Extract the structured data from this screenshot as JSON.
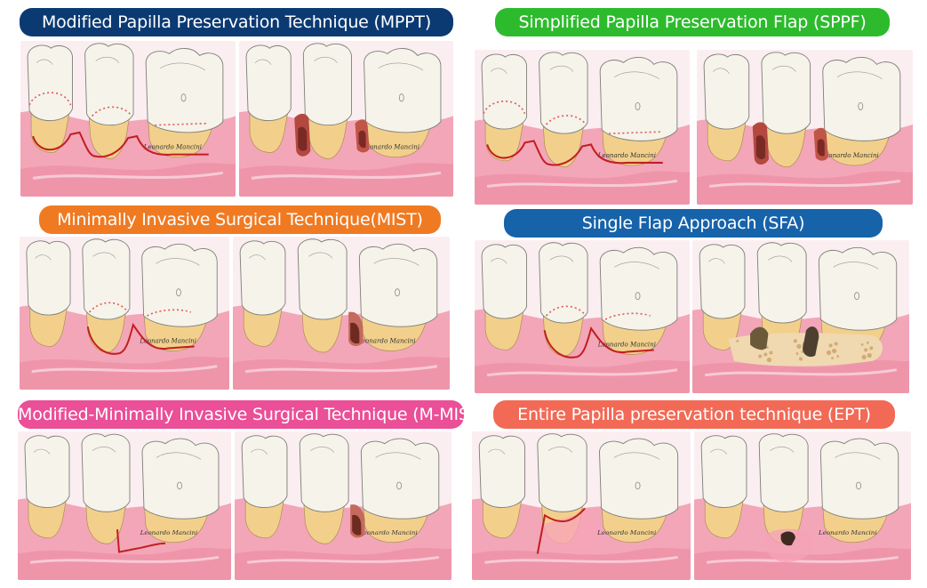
{
  "techniques": [
    {
      "title": "Modified Papilla Preservation Technique (MPPT)",
      "color": "#0b3a73",
      "signature": "Leonardo Mancini"
    },
    {
      "title": "Simplified Papilla Preservation Flap (SPPF)",
      "color": "#2dbb2d",
      "signature": "Leonardo Mancini"
    },
    {
      "title": "Minimally Invasive Surgical Technique(MIST)",
      "color": "#f07a22",
      "signature": "Leonardo Mancini"
    },
    {
      "title": "Single Flap Approach (SFA)",
      "color": "#1763aa",
      "signature": "Leonardo Mancini"
    },
    {
      "title": "Modified-Minimally Invasive Surgical Technique (M-MIST)",
      "color": "#ea4f97",
      "signature": "Leonardo Mancini"
    },
    {
      "title": "Entire Papilla preservation technique (EPT)",
      "color": "#f26a56",
      "signature": "Leonardo Mancini"
    }
  ]
}
